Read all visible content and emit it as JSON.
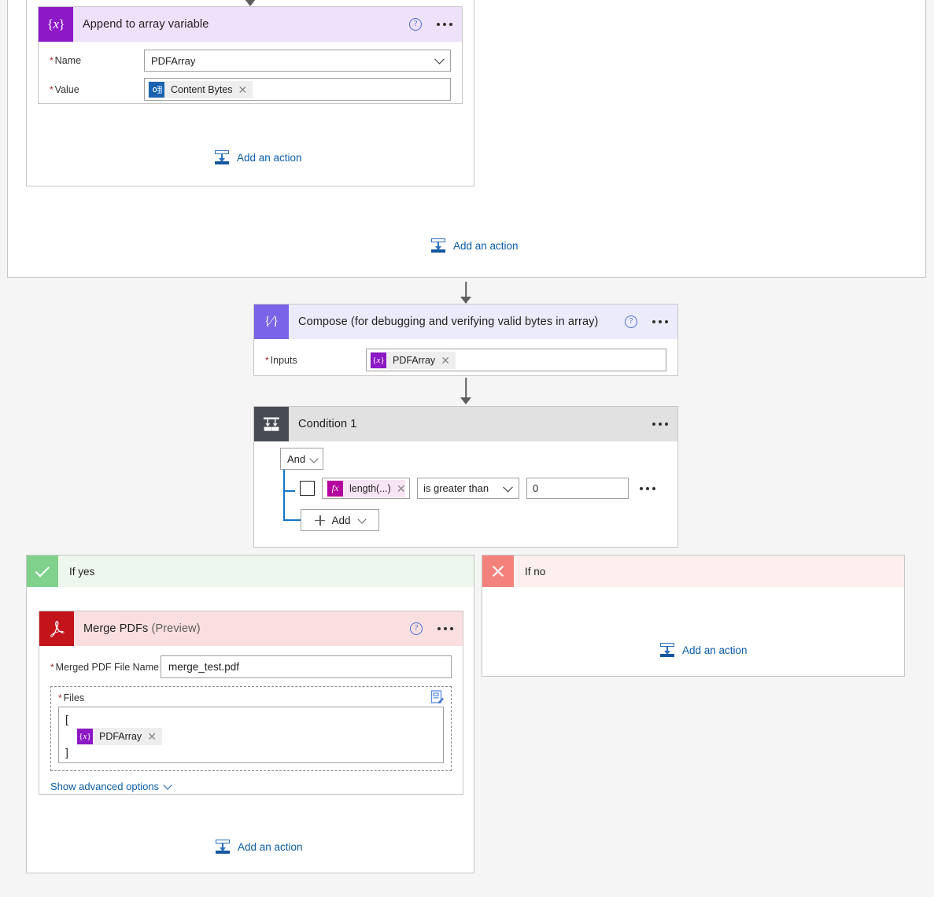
{
  "flow": {
    "append_action": {
      "icon": "variable-braces-icon",
      "title": "Append to array variable",
      "fields": [
        {
          "label": "Name",
          "required": true,
          "value": "PDFArray",
          "type": "dropdown"
        },
        {
          "label": "Value",
          "required": true,
          "type": "token",
          "token": {
            "icon": "office-outlook-icon",
            "label": "Content Bytes"
          }
        }
      ],
      "add_action_label": "Add an action"
    },
    "scope_add_action_label": "Add an action",
    "compose_action": {
      "icon": "compose-icon",
      "title": "Compose (for debugging and verifying valid bytes in array)",
      "fields": [
        {
          "label": "Inputs",
          "required": true,
          "type": "token",
          "token": {
            "icon": "variable-braces-icon",
            "label": "PDFArray"
          }
        }
      ]
    },
    "condition": {
      "icon": "condition-branch-icon",
      "title": "Condition 1",
      "logic_operator": "And",
      "row": {
        "left_token": {
          "icon": "fx-icon",
          "label": "length(...)"
        },
        "operator": "is greater than",
        "value": "0"
      },
      "add_button_label": "Add"
    },
    "branch_yes": {
      "icon": "checkmark-icon",
      "label": "If yes",
      "action": {
        "icon": "adobe-acrobat-icon",
        "title": "Merge PDFs",
        "title_suffix": "(Preview)",
        "name_label": "Merged PDF File Name",
        "name_required": true,
        "name_value": "merge_test.pdf",
        "files_label": "Files",
        "files_required": true,
        "files_lines": [
          "[",
          "]"
        ],
        "files_token": {
          "icon": "variable-braces-icon",
          "label": "PDFArray"
        },
        "advanced_label": "Show advanced options"
      },
      "add_action_label": "Add an action"
    },
    "branch_no": {
      "icon": "x-icon",
      "label": "If no",
      "add_action_label": "Add an action"
    }
  },
  "colors": {
    "variable_purple": "#8c18c6",
    "compose_purple": "#7a63e8",
    "condition_gray": "#474b53",
    "adobe_red": "#c3141b",
    "yes_green": "#7fd18b",
    "no_red": "#f4827c",
    "link_blue": "#0a5ca8"
  }
}
